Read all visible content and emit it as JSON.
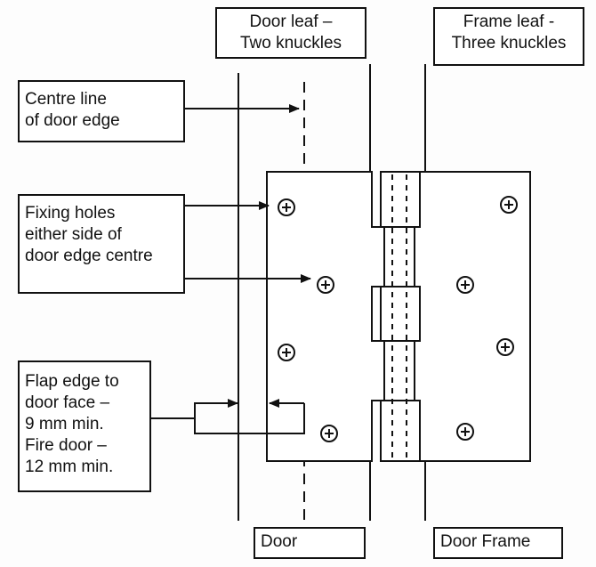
{
  "labels": {
    "door_leaf": [
      "Door leaf –",
      "Two knuckles"
    ],
    "frame_leaf": [
      "Frame leaf -",
      "Three knuckles"
    ],
    "centre_line": [
      "Centre line",
      "of door edge"
    ],
    "fixing_holes": [
      "Fixing holes",
      "either side of",
      "door edge centre"
    ],
    "flap_edge": [
      "Flap edge to",
      "door face –",
      "9 mm min.",
      "Fire door –",
      "12 mm min."
    ],
    "door": "Door",
    "door_frame": "Door Frame"
  },
  "icons": {
    "screw_hole": "screw-hole-icon",
    "arrow": "arrow-icon"
  },
  "colors": {
    "ink": "#111111",
    "paper": "#ffffff"
  }
}
